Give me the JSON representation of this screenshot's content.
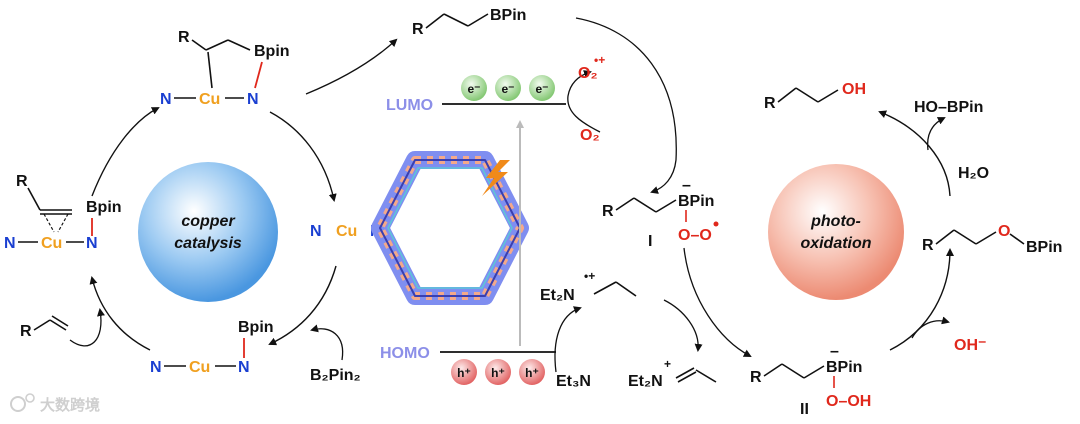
{
  "labels": {
    "copper_1": "copper",
    "copper_2": "catalysis",
    "photo_1": "photo-",
    "photo_2": "oxidation",
    "lumo": "LUMO",
    "homo": "HOMO",
    "electron": "e⁻",
    "hole": "h⁺",
    "N": "N",
    "Cu": "Cu",
    "R": "R",
    "Bpin": "Bpin",
    "BPin": "BPin",
    "B2Pin2": "B₂Pin₂",
    "O2": "O₂",
    "O2_radical": "O₂",
    "Et3N": "Et₃N",
    "Et2N": "Et₂N",
    "OH": "OH",
    "HO_BPin": "HO–BPin",
    "H2O": "H₂O",
    "OH_minus": "OH⁻",
    "O_OH": "O–OH",
    "O_O": "O–O",
    "O": "O",
    "roman_I": "I",
    "roman_II": "II",
    "minus": "–",
    "plus": "+",
    "dot_plus": "•+",
    "watermark": "大数跨境"
  },
  "colors": {
    "nitrogen": "#1a3fd1",
    "copper": "#f0a020",
    "oxygen": "#e0281c",
    "boron_bond": "#e0281c",
    "orbital": "#8c8fe8",
    "electron_ball": "#7cc46a",
    "hole_ball": "#e05a5a",
    "copper_sphere": "#58a8e8",
    "photo_sphere": "#f0907a"
  },
  "icons": [
    "lightning-icon",
    "framework-hexagon-icon",
    "watermark-logo-icon"
  ]
}
